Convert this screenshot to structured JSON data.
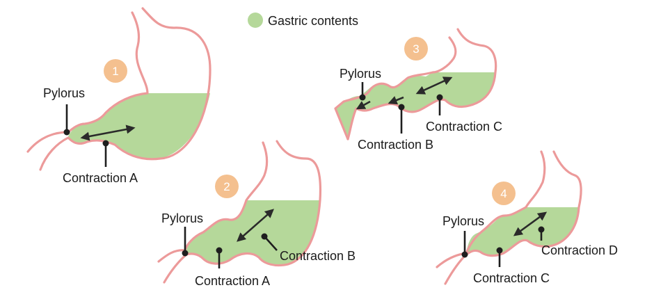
{
  "legend": {
    "label": "Gastric contents",
    "color": "#b5d89a"
  },
  "colors": {
    "wall": "#ec9a9a",
    "content": "#b5d89a",
    "badge": "#f4c08f",
    "ink": "#1e1e1e"
  },
  "panels": [
    {
      "number": "1",
      "pylorus": "Pylorus",
      "contraction_1": "Contraction A"
    },
    {
      "number": "2",
      "pylorus": "Pylorus",
      "contraction_1": "Contraction A",
      "contraction_2": "Contraction B"
    },
    {
      "number": "3",
      "pylorus": "Pylorus",
      "contraction_1": "Contraction B",
      "contraction_2": "Contraction C"
    },
    {
      "number": "4",
      "pylorus": "Pylorus",
      "contraction_1": "Contraction C",
      "contraction_2": "Contraction D"
    }
  ]
}
